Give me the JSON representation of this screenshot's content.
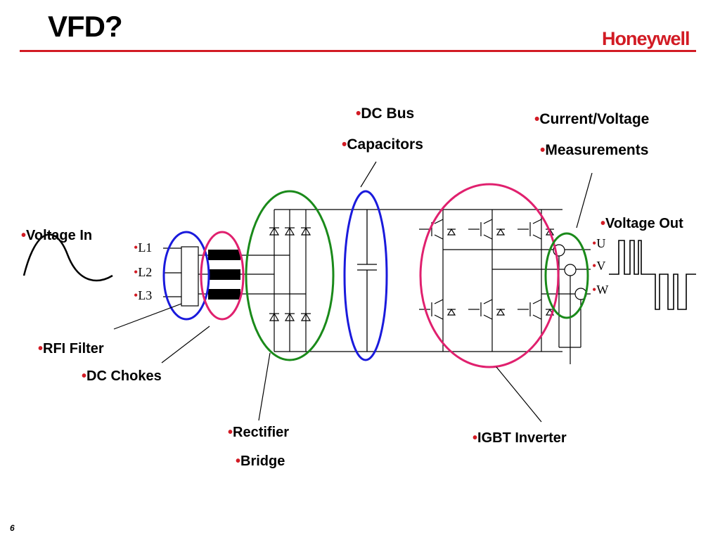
{
  "slide": {
    "title": "VFD?",
    "logo": "Honeywell",
    "page_number": "6",
    "bullet": "•"
  },
  "labels": {
    "dc_bus": "DC Bus",
    "capacitors": "Capacitors",
    "current_voltage": "Current/Voltage",
    "measurements": "Measurements",
    "voltage_out": "Voltage Out",
    "voltage_in": "Voltage In",
    "rfi_filter": "RFI Filter",
    "dc_chokes": "DC Chokes",
    "rectifier": "Rectifier",
    "bridge": "Bridge",
    "igbt_inverter": "IGBT Inverter"
  },
  "lines_in": [
    "L1",
    "L2",
    "L3"
  ],
  "lines_out": [
    "U",
    "V",
    "W"
  ],
  "colors": {
    "accent_red": "#d21b24",
    "rfi_circle": "#1a1adc",
    "choke_circle": "#e0206e",
    "rectifier_circle": "#1a8a1a",
    "dc_bus_circle": "#1a1adc",
    "igbt_circle": "#e0206e",
    "measure_circle": "#1a8a1a"
  }
}
